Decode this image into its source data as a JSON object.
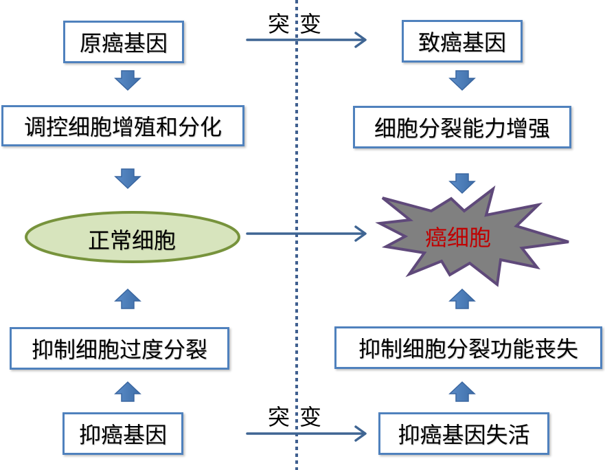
{
  "colors": {
    "box_border": "#4f81bd",
    "arrow_blue": "#4f81bd",
    "connector_line": "#3f6593",
    "divider": "#3f5f8f",
    "ellipse_fill": "#d7e4bd",
    "ellipse_border": "#77933c",
    "burst_fill": "#808080",
    "burst_border": "#5f497a",
    "cancer_text": "#c00000"
  },
  "left": {
    "proto_oncogene": "原癌基因",
    "regulate_growth": "调控细胞增殖和分化",
    "normal_cell": "正常细胞",
    "inhibit_division": "抑制细胞过度分裂",
    "tumor_suppressor": "抑癌基因"
  },
  "right": {
    "oncogene": "致癌基因",
    "division_enhanced": "细胞分裂能力增强",
    "cancer_cell": "癌细胞",
    "inhibition_lost": "抑制细胞分裂功能丧失",
    "suppressor_inactivated": "抑癌基因失活"
  },
  "connectors": {
    "top_label": "突变",
    "bottom_label": "突变"
  }
}
